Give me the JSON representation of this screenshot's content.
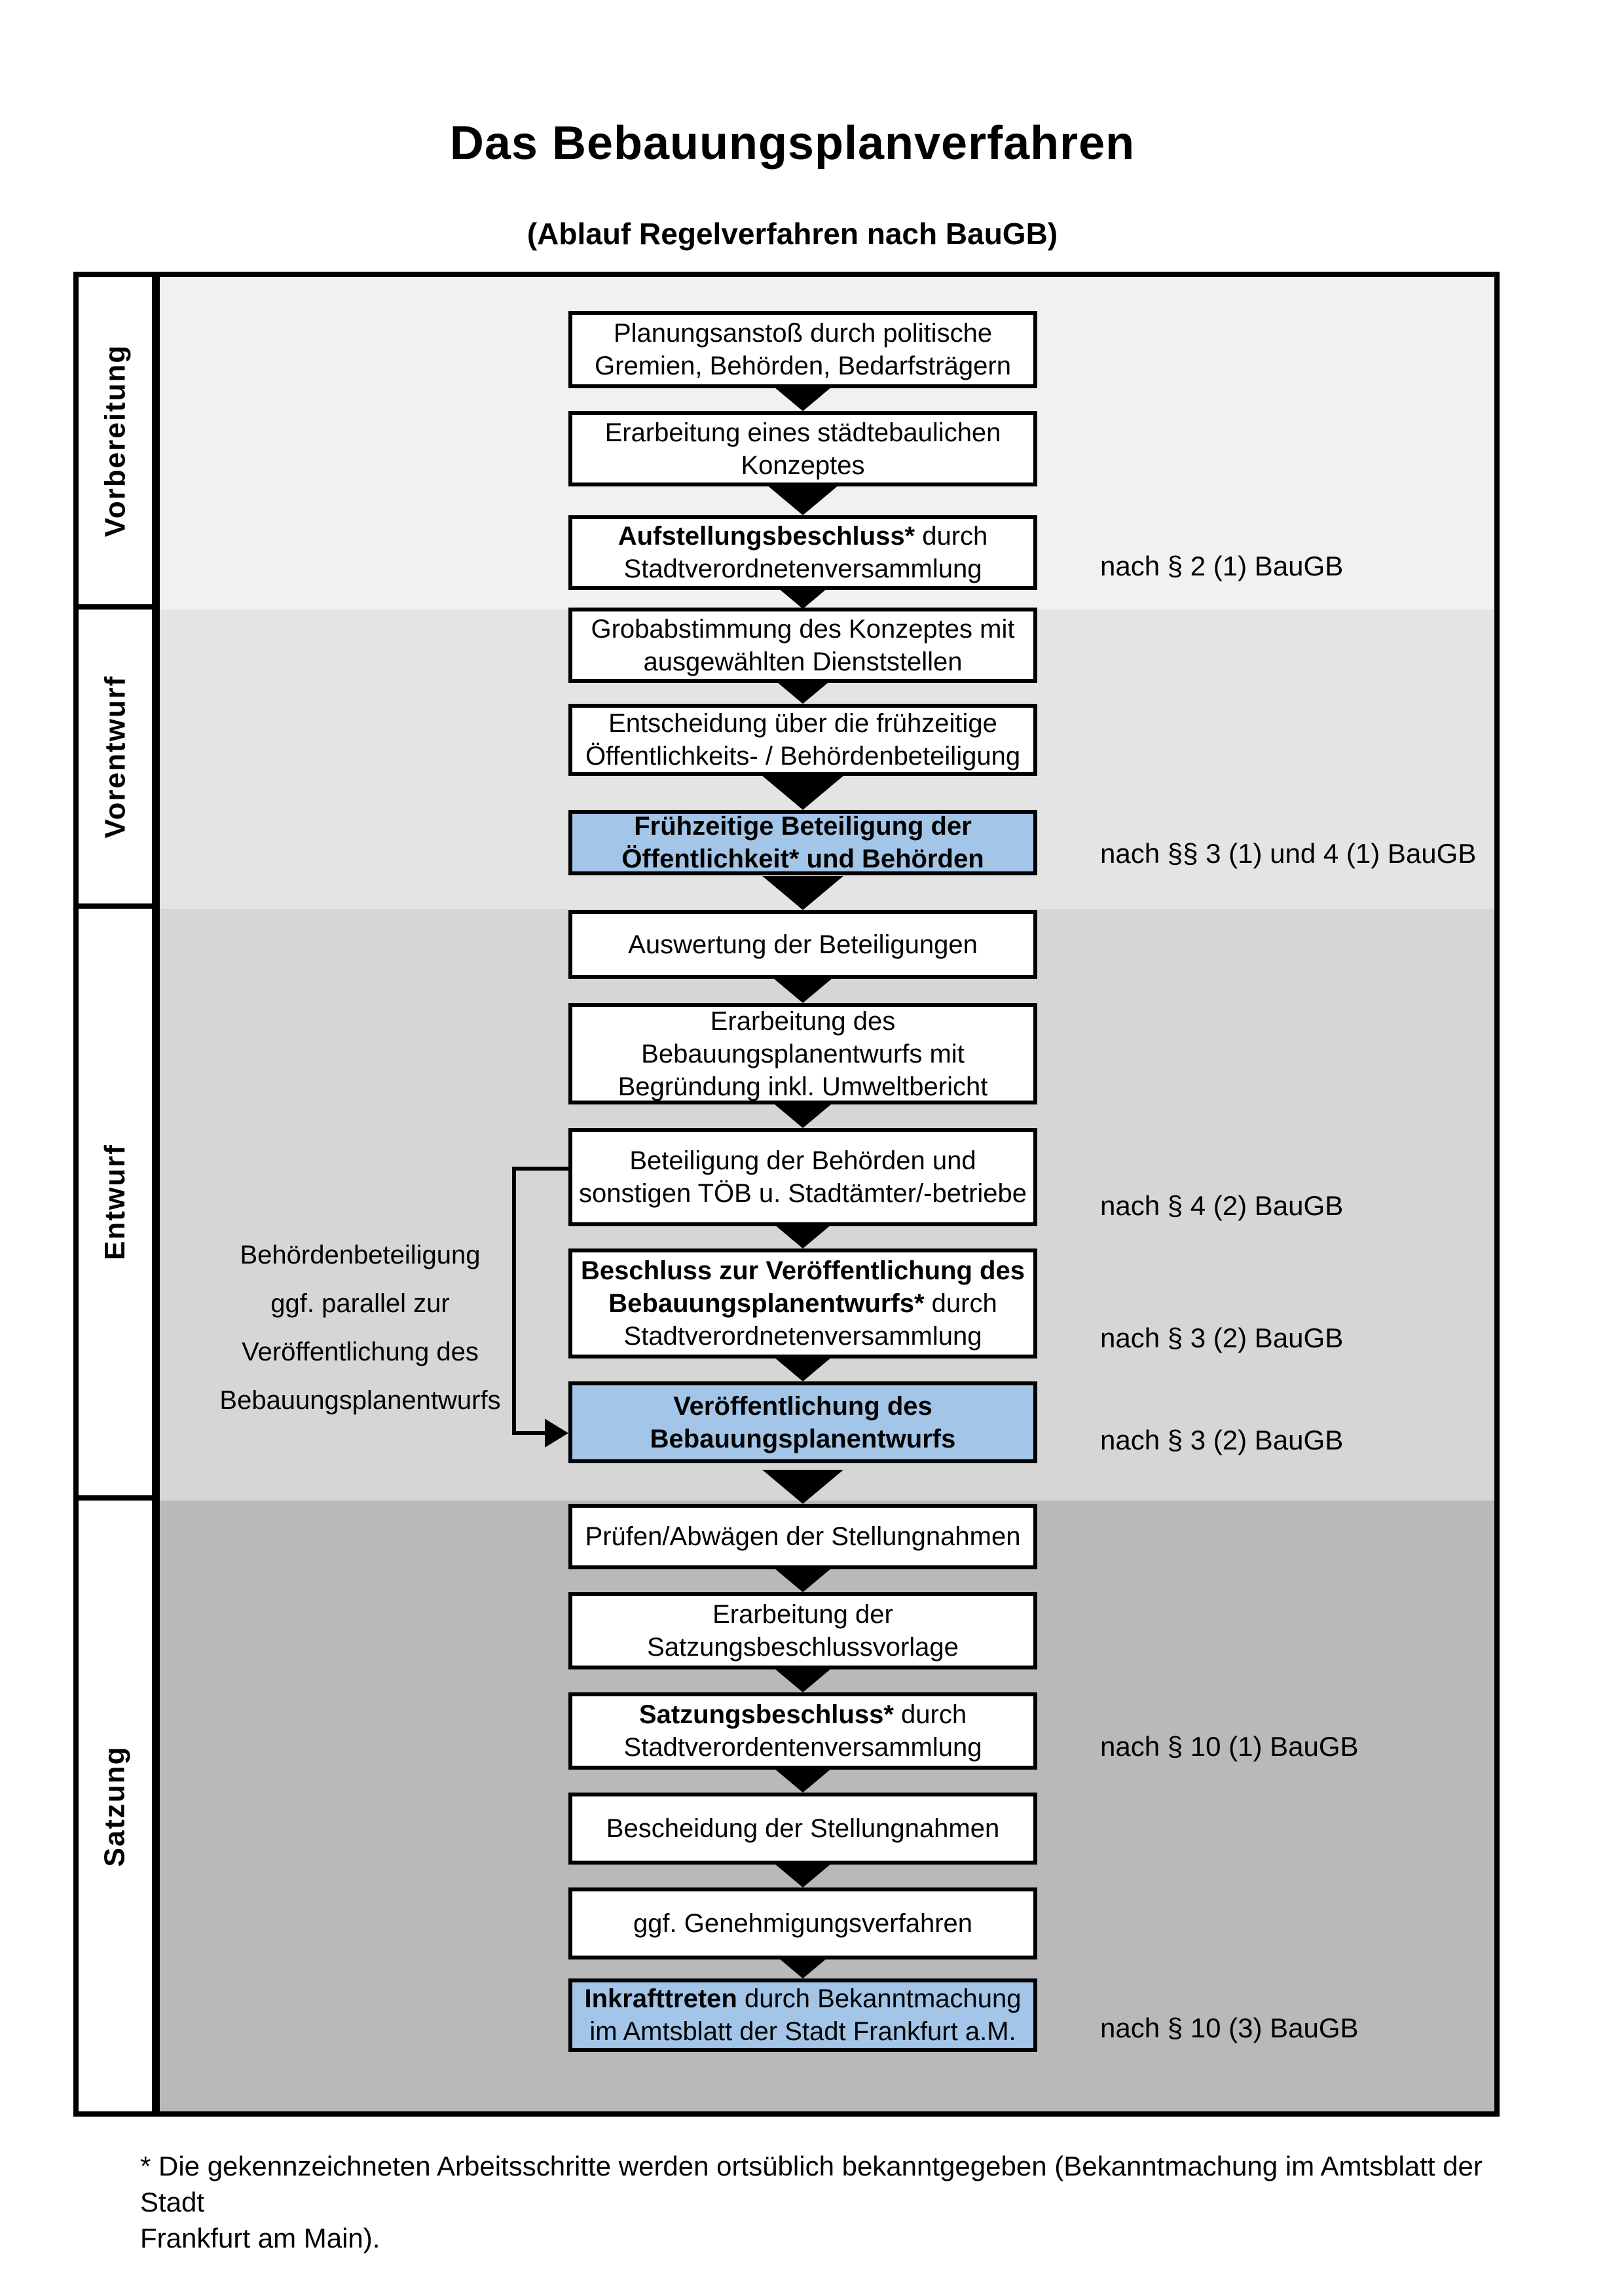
{
  "title": "Das Bebauungsplanverfahren",
  "subtitle": "(Ablauf Regelverfahren nach BauGB)",
  "colors": {
    "band1": "#f1f1f1",
    "band2": "#e4e4e4",
    "band3": "#d6d6d6",
    "band4": "#b9b9b9",
    "highlight": "#a3c5e8",
    "line": "#000000"
  },
  "phases": [
    {
      "label": "Vorbereitung"
    },
    {
      "label": "Vorentwurf"
    },
    {
      "label": "Entwurf"
    },
    {
      "label": "Satzung"
    }
  ],
  "boxes": [
    {
      "bold": "",
      "rest": "Planungsanstoß durch politische\nGremien, Behörden, Bedarfsträgern",
      "highlighted": false
    },
    {
      "bold": "",
      "rest": "Erarbeitung eines städtebaulichen\nKonzeptes",
      "highlighted": false
    },
    {
      "bold": "Aufstellungsbeschluss*",
      "rest": " durch\nStadtverordnetenversammlung",
      "highlighted": false
    },
    {
      "bold": "",
      "rest": "Grobabstimmung des Konzeptes mit\nausgewählten Dienststellen",
      "highlighted": false
    },
    {
      "bold": "",
      "rest": "Entscheidung über die frühzeitige\nÖffentlichkeits- / Behördenbeteiligung",
      "highlighted": false
    },
    {
      "bold": "Frühzeitige Beteiligung der\nÖffentlichkeit* und Behörden",
      "rest": "",
      "highlighted": true
    },
    {
      "bold": "",
      "rest": "Auswertung der Beteiligungen",
      "highlighted": false
    },
    {
      "bold": "",
      "rest": "Erarbeitung des\nBebauungsplanentwurfs mit\nBegründung inkl. Umweltbericht",
      "highlighted": false
    },
    {
      "bold": "",
      "rest": "Beteiligung der Behörden und\nsonstigen TÖB u. Stadtämter/-betriebe",
      "highlighted": false
    },
    {
      "bold": "Beschluss zur Veröffentlichung des\nBebauungsplanentwurfs*",
      "rest": " durch\nStadtverordnetenversammlung",
      "highlighted": false
    },
    {
      "bold": "Veröffentlichung des\nBebauungsplanentwurfs",
      "rest": "",
      "highlighted": true
    },
    {
      "bold": "",
      "rest": "Prüfen/Abwägen der Stellungnahmen",
      "highlighted": false
    },
    {
      "bold": "",
      "rest": "Erarbeitung der\nSatzungsbeschlussvorlage",
      "highlighted": false
    },
    {
      "bold": "Satzungsbeschluss*",
      "rest": " durch\nStadtverordentenversammlung",
      "highlighted": false
    },
    {
      "bold": "",
      "rest": "Bescheidung der Stellungnahmen",
      "highlighted": false
    },
    {
      "bold": "",
      "rest": "ggf. Genehmigungsverfahren",
      "highlighted": false
    },
    {
      "bold": "Inkrafttreten",
      "rest": " durch Bekanntmachung\nim Amtsblatt der Stadt Frankfurt a.M.",
      "highlighted": true
    }
  ],
  "refs": [
    {
      "text": "nach § 2 (1) BauGB"
    },
    {
      "text": "nach §§ 3 (1) und 4 (1) BauGB"
    },
    {
      "text": "nach § 4 (2) BauGB"
    },
    {
      "text": "nach § 3 (2) BauGB"
    },
    {
      "text": "nach § 3 (2) BauGB"
    },
    {
      "text": "nach § 10 (1) BauGB"
    },
    {
      "text": "nach § 10 (3) BauGB"
    }
  ],
  "side_note": "Behördenbeteiligung\nggf. parallel zur\nVeröffentlichung des\nBebauungsplanentwurfs",
  "footnote": "* Die gekennzeichneten Arbeitsschritte werden ortsüblich bekanntgegeben (Bekanntmachung im Amtsblatt  der Stadt\nFrankfurt am Main)."
}
